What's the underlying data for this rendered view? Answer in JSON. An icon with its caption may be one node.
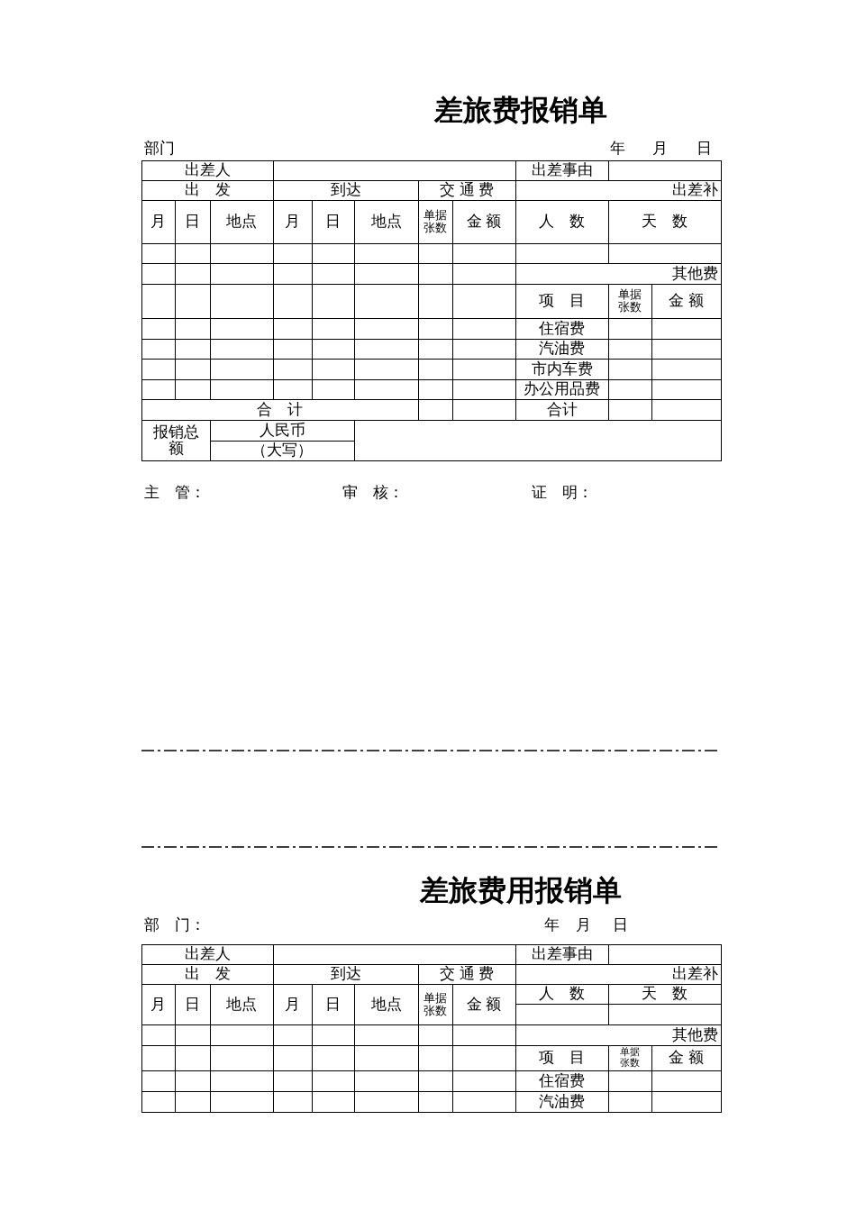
{
  "diagram": {
    "title": "差旅费报销单",
    "labels": [
      "部门",
      "年",
      "月",
      "日",
      "出差人",
      "出差事由",
      "出　发",
      "到达",
      "交 通 费",
      "出差补",
      "月",
      "日",
      "地点",
      "月",
      "日",
      "地点",
      "单据张数",
      "金 额",
      "人　数",
      "天　数",
      "其他费",
      "项　目",
      "单据张数",
      "金 额",
      "住宿费",
      "汽油费",
      "市内车费",
      "办公用品费",
      "合　计",
      "合计",
      "报销总额",
      "人民币",
      "（大写）",
      "主　管：",
      "审　核：",
      "证　明：",
      "差旅费用报销单",
      "部　门：",
      "年",
      "月",
      "日",
      "出差人",
      "出差事由",
      "出　发",
      "到达",
      "交 通 费",
      "出差补",
      "月",
      "日",
      "地点",
      "月",
      "日",
      "地点",
      "单据张数",
      "金 额",
      "人　数",
      "天　数",
      "其他费",
      "项　目",
      "单据张数",
      "金 额",
      "住宿费",
      "汽油费"
    ]
  }
}
